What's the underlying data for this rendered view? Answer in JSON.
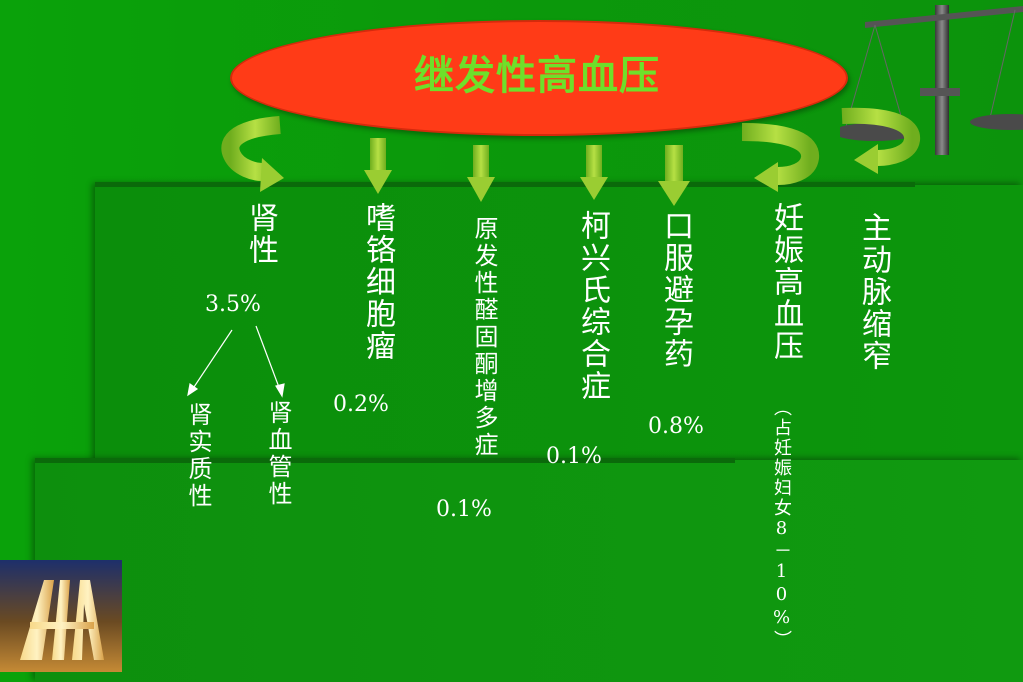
{
  "title": "继发性高血压",
  "items": [
    {
      "label": "肾性",
      "percent": "3.5%"
    },
    {
      "label": "嗜铬细胞瘤",
      "percent": "0.2%"
    },
    {
      "label": "原发性醛固酮增多症",
      "percent": "0.1%"
    },
    {
      "label": "柯兴氏综合症",
      "percent": "0.1%"
    },
    {
      "label": "口服避孕药",
      "percent": "0.8%"
    },
    {
      "label": "妊娠高血压",
      "note": "（占妊娠妇女8－10%）"
    },
    {
      "label": "主动脉缩窄"
    }
  ],
  "renal_sub": [
    "肾实质性",
    "肾血管性"
  ],
  "colors": {
    "title_text": "#6ee02a",
    "ellipse": "#ff3b17",
    "arrow": "#9acd32",
    "background": "#0b990b"
  },
  "icons": [
    "balance-scale-icon",
    "arrow-icon",
    "curved-arrow-icon",
    "logo-icon"
  ]
}
